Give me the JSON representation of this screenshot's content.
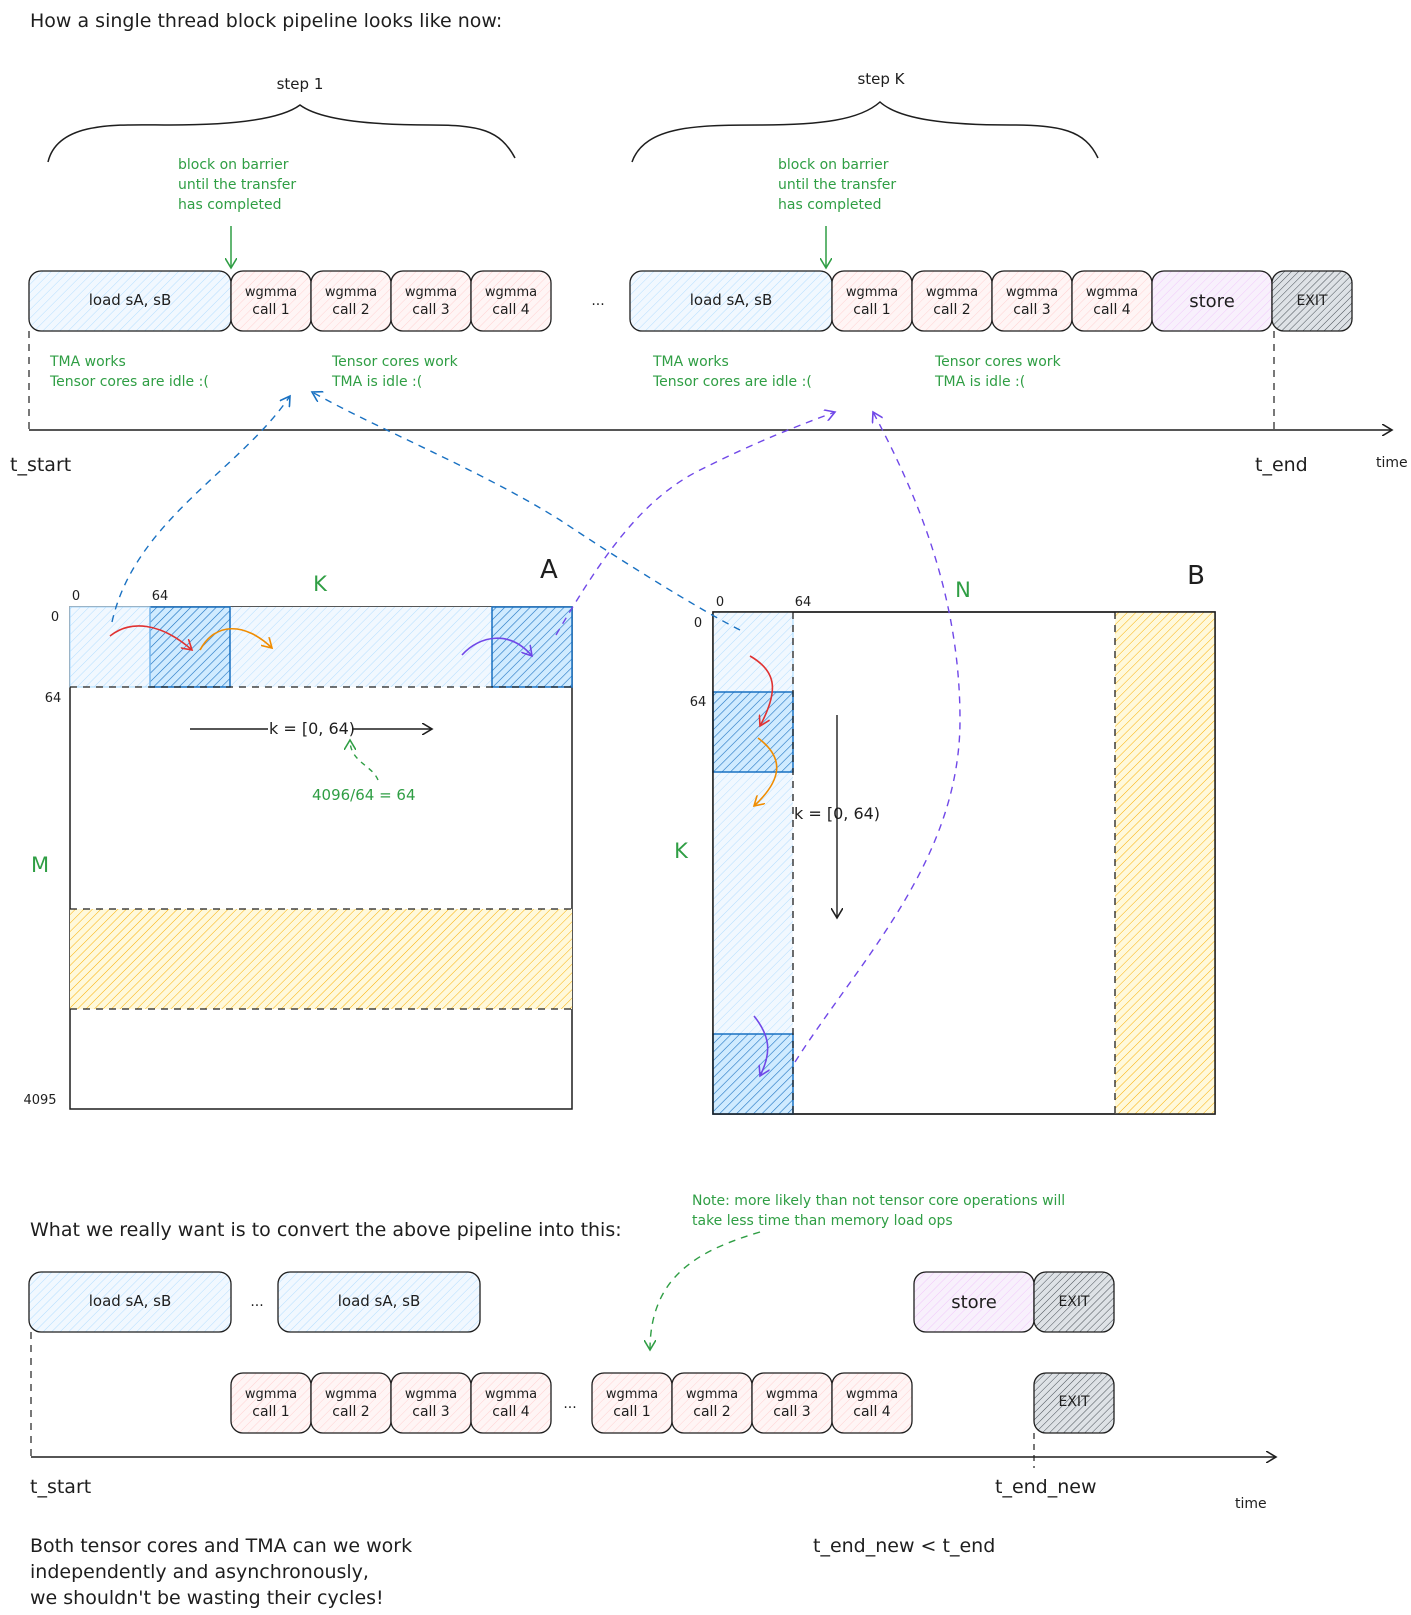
{
  "title": "How a single thread block pipeline looks like now:",
  "colors": {
    "ink": "#1e1e1e",
    "green": "#2f9e44",
    "blue": "#1971c2",
    "light_blue": "#e7f5ff",
    "pink": "#fff0f0",
    "purple_store": "#f3e6fb",
    "exit_gray": "#a6a6a6",
    "yellow": "#f2c94c",
    "red_arrow": "#e03131",
    "orange_arrow": "#f08c00",
    "purple_arrow": "#7048e8"
  },
  "pipeline": {
    "step1_label": "step 1",
    "stepk_label": "step K",
    "barrier_note": [
      "block on barrier",
      "until the transfer",
      "has completed"
    ],
    "load_label": "load sA, sB",
    "wgmma_calls": [
      [
        "wgmma",
        "call 1"
      ],
      [
        "wgmma",
        "call 2"
      ],
      [
        "wgmma",
        "call 3"
      ],
      [
        "wgmma",
        "call 4"
      ]
    ],
    "ellipsis": "...",
    "store_label": "store",
    "exit_label": "EXIT",
    "tma_note": [
      "TMA works",
      "Tensor cores are idle :("
    ],
    "tensor_note": [
      "Tensor cores work",
      "TMA is idle :("
    ],
    "t_start": "t_start",
    "t_end": "t_end",
    "time": "time"
  },
  "matrix_a": {
    "name": "A",
    "dim_top": "K",
    "dim_left": "M",
    "tick_0_top": "0",
    "tick_64_top": "64",
    "tick_0_left": "0",
    "tick_64_left": "64",
    "tick_4095": "4095",
    "k_range": "k = [0, 64)",
    "count_note": "4096/64 = 64"
  },
  "matrix_b": {
    "name": "B",
    "dim_top": "N",
    "dim_left": "K",
    "tick_0_top": "0",
    "tick_64_top": "64",
    "tick_0_left": "0",
    "tick_64_left": "64",
    "k_range": "k = [0, 64)"
  },
  "desired": {
    "intro": "What we really want is to convert the above pipeline into this:",
    "note": [
      "Note: more likely than not tensor core operations will",
      "take less time than memory load ops"
    ],
    "t_start": "t_start",
    "t_end_new": "t_end_new",
    "time": "time",
    "comparison": "t_end_new < t_end",
    "conclusion": [
      "Both tensor cores and TMA can we work",
      "independently and asynchronously,",
      "we shouldn't be wasting their cycles!"
    ]
  }
}
